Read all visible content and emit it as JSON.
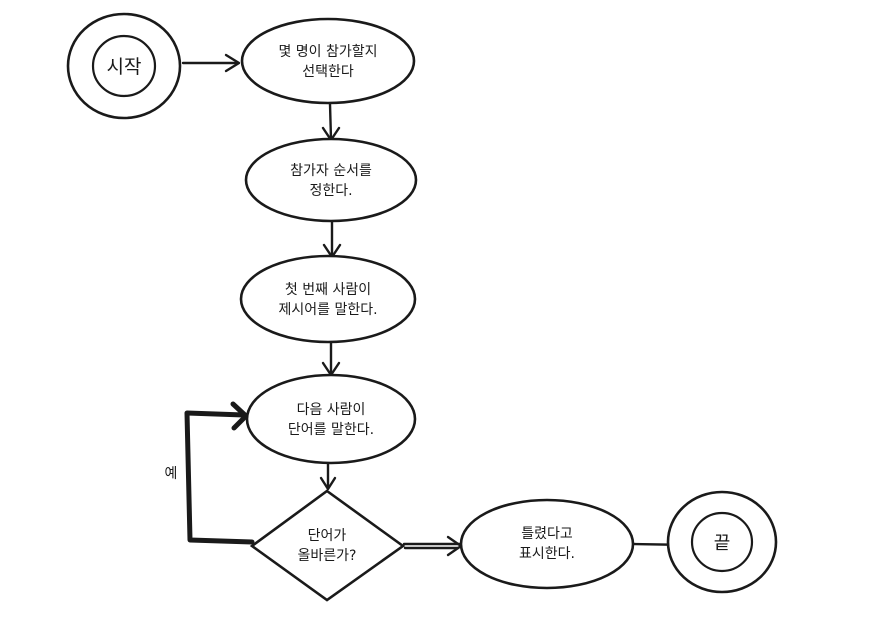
{
  "diagram": {
    "start": {
      "label": "시작"
    },
    "end": {
      "label": "끝"
    },
    "steps": [
      {
        "line1": "몇 명이 참가할지",
        "line2": "선택한다"
      },
      {
        "line1": "참가자 순서를",
        "line2": "정한다."
      },
      {
        "line1": "첫 번째 사람이",
        "line2": "제시어를 말한다."
      },
      {
        "line1": "다음 사람이",
        "line2": "단어를 말한다."
      }
    ],
    "decision": {
      "line1": "단어가",
      "line2": "올바른가?"
    },
    "fail_step": {
      "line1": "틀렸다고",
      "line2": "표시한다."
    },
    "loop_label": "예",
    "colors": {
      "stroke": "#1a1a1a",
      "background": "#ffffff"
    }
  }
}
